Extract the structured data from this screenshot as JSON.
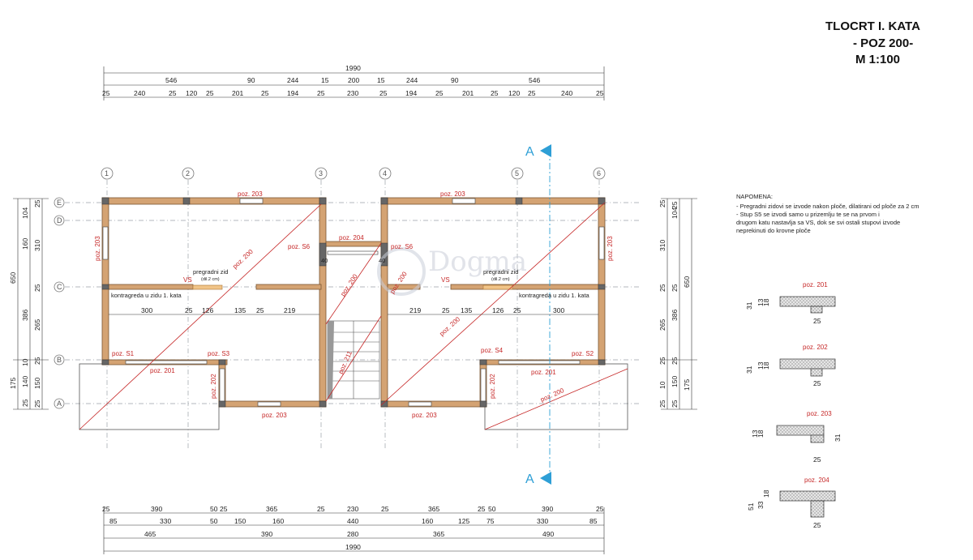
{
  "title": {
    "line1": "TLOCRT I. KATA",
    "line2": "- POZ 200-",
    "line3": "M 1:100"
  },
  "watermark": "Dogma",
  "colors": {
    "wall": "#d4a373",
    "wall_stroke": "#7a5633",
    "red": "#c62828",
    "section": "#2e9fd6",
    "grid": "#9aa0a6"
  },
  "axes_numbers": [
    "1",
    "2",
    "3",
    "4",
    "5",
    "6"
  ],
  "axes_letters": [
    "E",
    "D",
    "C",
    "B",
    "A"
  ],
  "section_label": "A",
  "top_dims": {
    "total": "1990",
    "row2": [
      "546",
      "90",
      "244",
      "15",
      "200",
      "15",
      "244",
      "90",
      "546"
    ],
    "row3": [
      "25",
      "240",
      "25",
      "120",
      "25",
      "201",
      "25",
      "194",
      "25",
      "230",
      "25",
      "194",
      "25",
      "201",
      "25",
      "120",
      "25",
      "240",
      "25"
    ]
  },
  "bottom_dims": {
    "row1": [
      "25",
      "390",
      "50",
      "25",
      "365",
      "25",
      "230",
      "25",
      "365",
      "25",
      "50",
      "390",
      "25"
    ],
    "row2": [
      "85",
      "330",
      "50",
      "150",
      "160",
      "440",
      "160",
      "125",
      "75",
      "330",
      "85"
    ],
    "row3": [
      "465",
      "390",
      "280",
      "365",
      "490"
    ],
    "total": "1990"
  },
  "left_dims": {
    "outer": [
      "650",
      "175"
    ],
    "middle": [
      "104",
      "160",
      "386",
      "140",
      "25",
      "10",
      "25"
    ],
    "inner": [
      "25",
      "25",
      "25",
      "265",
      "150",
      "25",
      "310"
    ]
  },
  "right_dims": {
    "outer": [
      "650",
      "175"
    ],
    "middle": [
      "104",
      "310",
      "386",
      "150",
      "25",
      "25",
      "25",
      "25"
    ],
    "inner": [
      "25",
      "25",
      "265",
      "25",
      "25",
      "10"
    ]
  },
  "plan_labels": {
    "poz203_top_left": "poz. 203",
    "poz203_top_right": "poz. 203",
    "poz203_left_vert": "poz. 203",
    "poz203_right_vert": "poz. 203",
    "poz204": "poz. 204",
    "poz_s6_left": "poz. S6",
    "poz_s6_right": "poz. S6",
    "dim40_left": "40",
    "dim40_right": "40",
    "poz200_a": "poz. 200",
    "poz200_b": "poz. 200",
    "poz200_c": "poz. 200",
    "poz200_d": "poz. 200",
    "poz200_e": "poz. 200",
    "poz201_left": "poz. 201",
    "poz201_right": "poz. 201",
    "poz202_left": "poz. 202",
    "poz202_right": "poz. 202",
    "poz203_bottom_left": "poz. 203",
    "poz203_bottom_right": "poz. 203",
    "poz_s1": "poz. S1",
    "poz_s2": "poz. S2",
    "poz_s3": "poz. S3",
    "poz_s4": "poz. S4",
    "vs_left": "VS",
    "vs_right": "VS",
    "pregradni_left": "pregradni zid",
    "pregradni_left_sub": "(dil.2 cm)",
    "pregradni_right": "pregradni zid",
    "pregradni_right_sub": "(dil.2 cm)",
    "kontragreda_left": "kontragreda u zidu 1. kata",
    "kontragreda_right": "kontragreda u zidu 1. kata",
    "poz211": "poz. 211",
    "inner_left_dims": [
      "300",
      "25",
      "126",
      "135",
      "25",
      "219"
    ],
    "inner_right_dims": [
      "219",
      "25",
      "135",
      "126",
      "25",
      "300"
    ]
  },
  "note": {
    "heading": "NAPOMENA:",
    "lines": [
      "- Pregradni zidovi se izvode nakon ploče, dilatirani od ploče za 2 cm",
      "- Stup S5 se izvodi samo u prizemlju te se na prvom i",
      "drugom katu nastavlja sa VS, dok se svi ostali stupovi izvode",
      "neprekinuti do krovne ploče"
    ]
  },
  "sections": [
    {
      "label": "poz. 201",
      "dims": [
        "31",
        "13",
        "18",
        "25"
      ]
    },
    {
      "label": "poz. 202",
      "dims": [
        "31",
        "13",
        "18",
        "25"
      ]
    },
    {
      "label": "poz. 203",
      "dims": [
        "13",
        "18",
        "31",
        "25"
      ]
    },
    {
      "label": "poz. 204",
      "dims": [
        "51",
        "33",
        "18",
        "25"
      ]
    }
  ]
}
